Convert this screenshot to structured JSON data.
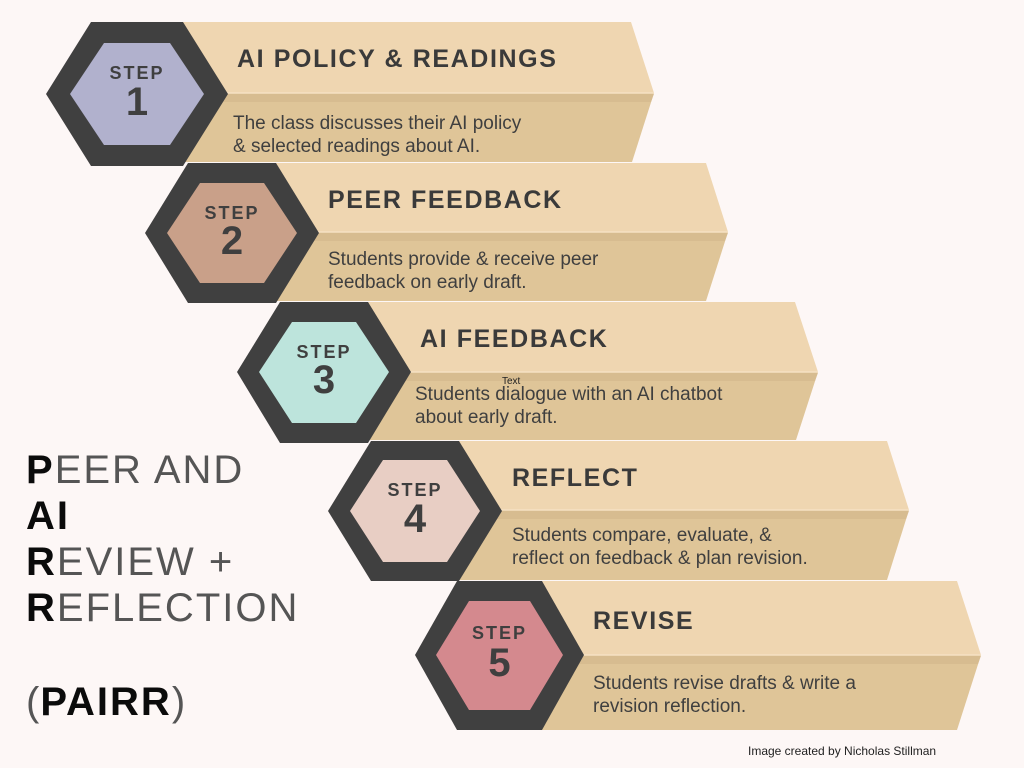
{
  "colors": {
    "background": "#fdf7f6",
    "hex_border": "#404040",
    "banner_top": "#efd6b1",
    "banner_bottom": "#dfc598",
    "banner_shadow": "#d2b68a",
    "text": "#3f3f3f"
  },
  "steps": [
    {
      "step_label": "STEP",
      "number": "1",
      "heading": "AI POLICY & READINGS",
      "body_line1": "The class discusses their AI policy",
      "body_line2": "& selected readings about AI.",
      "hex_fill": "#b1b1cd"
    },
    {
      "step_label": "STEP",
      "number": "2",
      "heading": "PEER FEEDBACK",
      "body_line1": "Students provide & receive peer",
      "body_line2": "feedback on early draft.",
      "hex_fill": "#c9a089"
    },
    {
      "step_label": "STEP",
      "number": "3",
      "heading": "AI FEEDBACK",
      "body_line1": "Students dialogue with an AI chatbot",
      "body_line2": "about early draft.",
      "hex_fill": "#bde4dc"
    },
    {
      "step_label": "STEP",
      "number": "4",
      "heading": "REFLECT",
      "body_line1": "Students compare, evaluate, &",
      "body_line2": "reflect on feedback & plan revision.",
      "hex_fill": "#e8cec4"
    },
    {
      "step_label": "STEP",
      "number": "5",
      "heading": "REVISE",
      "body_line1": "Students revise drafts & write a",
      "body_line2": "revision reflection.",
      "hex_fill": "#d4898e"
    }
  ],
  "title": {
    "line1_bold": "P",
    "line1_rest": "EER AND",
    "line2_bold": "AI",
    "line2_rest": "",
    "line3_bold": "R",
    "line3_rest": "EVIEW +",
    "line4_bold": "R",
    "line4_rest": "EFLECTION",
    "acronym_open": "(",
    "acronym": "PAIRR",
    "acronym_close": ")"
  },
  "stray_label": "Text",
  "credit": "Image created by Nicholas Stillman"
}
